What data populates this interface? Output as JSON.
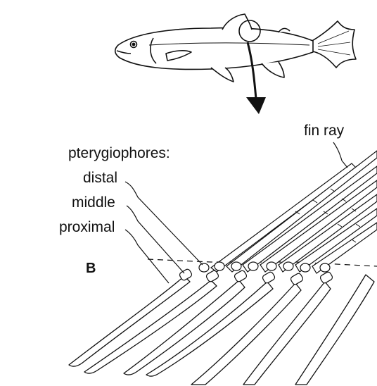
{
  "figure": {
    "panel_letter": "B",
    "labels": {
      "heading": "pterygiophores:",
      "distal": "distal",
      "middle": "middle",
      "proximal": "proximal",
      "fin_ray": "fin ray"
    }
  },
  "colors": {
    "ink": "#111111",
    "bone": "#ffffff",
    "background": "#ffffff"
  }
}
